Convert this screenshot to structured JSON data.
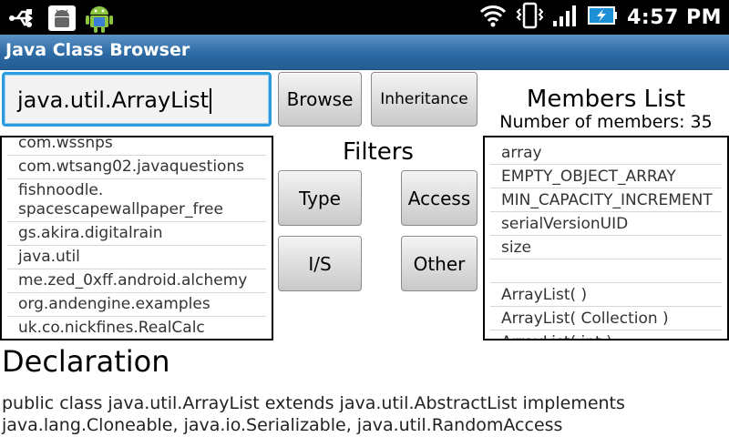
{
  "status_bar": {
    "time": "4:57 PM",
    "icons": [
      "usb-icon",
      "debug-android-icon",
      "android-mascot-icon",
      "wifi-icon",
      "vibrate-icon",
      "signal-icon",
      "battery-charging-icon"
    ]
  },
  "app": {
    "title": "Java Class Browser"
  },
  "class_input": {
    "value": "java.util.ArrayList"
  },
  "buttons": {
    "browse": "Browse",
    "inheritance": "Inheritance",
    "type": "Type",
    "access": "Access",
    "is": "I/S",
    "other": "Other"
  },
  "filters": {
    "title": "Filters"
  },
  "members": {
    "title": "Members List",
    "count_label": "Number of members: 35",
    "items": [
      "array",
      "EMPTY_OBJECT_ARRAY",
      "MIN_CAPACITY_INCREMENT",
      "serialVersionUID",
      "size",
      "",
      "ArrayList( )",
      "ArrayList( Collection )",
      "ArrayList( int )"
    ]
  },
  "packages": {
    "items": [
      "com.wssnps",
      "com.wtsang02.javaquestions",
      "fishnoodle.\nspacescapewallpaper_free",
      "gs.akira.digitalrain",
      "java.util",
      "me.zed_0xff.android.alchemy",
      "org.andengine.examples",
      "uk.co.nickfines.RealCalc"
    ]
  },
  "declaration": {
    "heading": "Declaration",
    "text": "public class java.util.ArrayList extends java.util.AbstractList implements java.lang.Cloneable, java.io.Serializable, java.util.RandomAccess"
  },
  "colors": {
    "title_bar": "#2d6aa4",
    "input_focus": "#2d9be0"
  }
}
